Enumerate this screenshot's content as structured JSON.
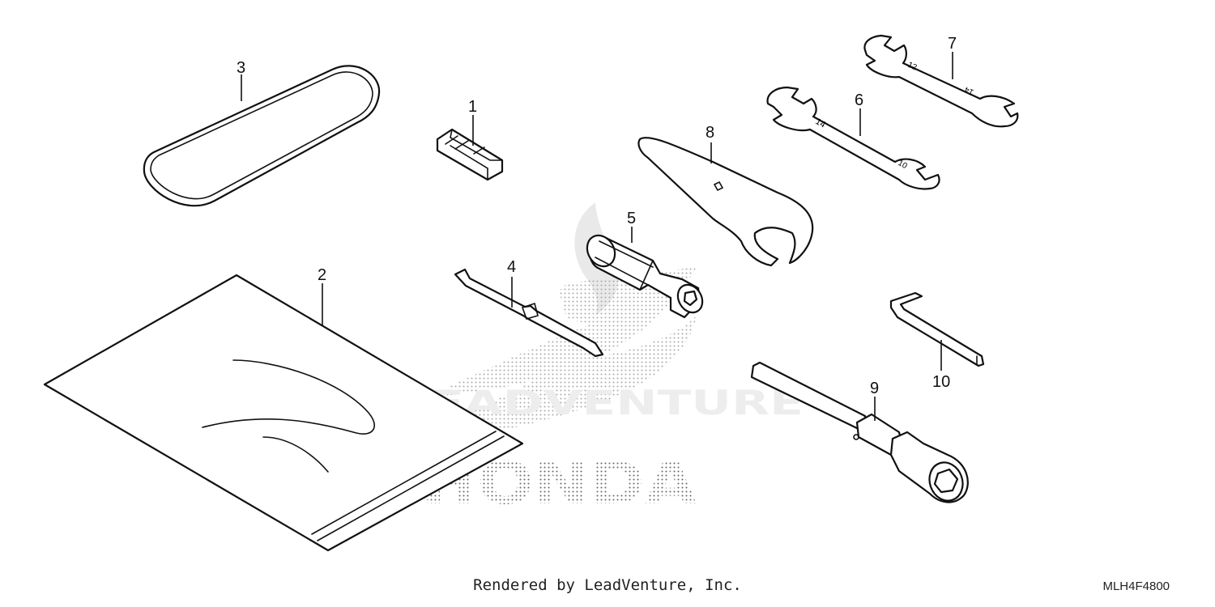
{
  "watermark": {
    "brand": "HONDA",
    "dealer": "LEADVENTURE"
  },
  "parts": [
    {
      "ref": "1",
      "icon": "clip-icon"
    },
    {
      "ref": "2",
      "icon": "tool-bag-icon"
    },
    {
      "ref": "3",
      "icon": "band-icon"
    },
    {
      "ref": "4",
      "icon": "screwdriver-blade-icon"
    },
    {
      "ref": "5",
      "icon": "screwdriver-handle-icon"
    },
    {
      "ref": "6",
      "icon": "open-end-wrench-icon"
    },
    {
      "ref": "7",
      "icon": "open-end-wrench-icon"
    },
    {
      "ref": "8",
      "icon": "pin-spanner-icon"
    },
    {
      "ref": "9",
      "icon": "plug-wrench-icon"
    },
    {
      "ref": "10",
      "icon": "hex-key-icon"
    }
  ],
  "wrench_marks": {
    "w6_upper": "14",
    "w6_lower": "10",
    "w7_upper": "12",
    "w7_lower": "14"
  },
  "footer": {
    "rendered_by": "Rendered by LeadVenture, Inc.",
    "diagram_code": "MLH4F4800"
  }
}
